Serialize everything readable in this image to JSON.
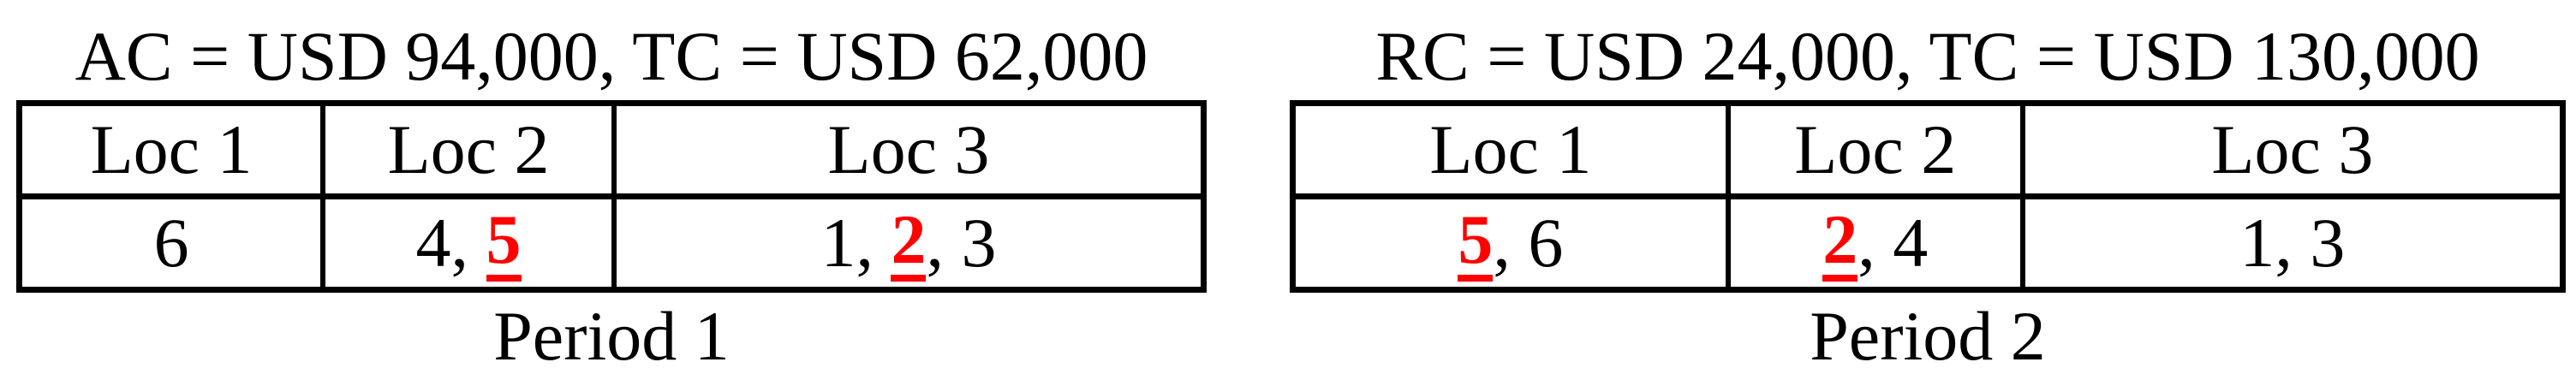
{
  "colors": {
    "highlight": "#ff0000",
    "text": "#000000",
    "border": "#000000",
    "background": "#ffffff"
  },
  "tables": [
    {
      "title": "AC = USD 94,000, TC = USD 62,000",
      "caption": "Period 1",
      "headers": [
        "Loc 1",
        "Loc 2",
        "Loc 3"
      ],
      "cells": [
        [
          {
            "text": "6",
            "highlight": false
          }
        ],
        [
          {
            "text": "4, ",
            "highlight": false
          },
          {
            "text": "5",
            "highlight": true
          }
        ],
        [
          {
            "text": "1, ",
            "highlight": false
          },
          {
            "text": "2",
            "highlight": true
          },
          {
            "text": ", 3",
            "highlight": false
          }
        ]
      ]
    },
    {
      "title": "RC = USD 24,000, TC = USD 130,000",
      "caption": "Period 2",
      "headers": [
        "Loc 1",
        "Loc 2",
        "Loc 3"
      ],
      "cells": [
        [
          {
            "text": "5",
            "highlight": true
          },
          {
            "text": ", 6",
            "highlight": false
          }
        ],
        [
          {
            "text": "2",
            "highlight": true
          },
          {
            "text": ", 4",
            "highlight": false
          }
        ],
        [
          {
            "text": "1, 3",
            "highlight": false
          }
        ]
      ]
    }
  ]
}
